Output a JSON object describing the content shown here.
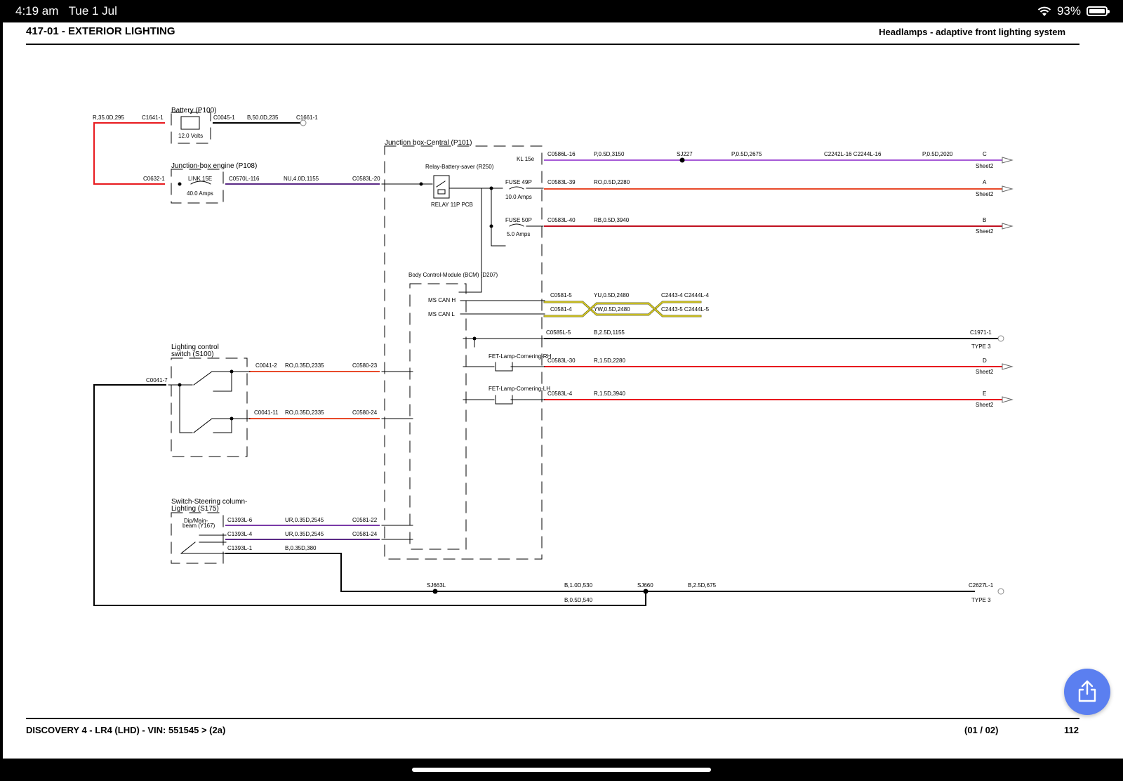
{
  "status_bar": {
    "time": "4:19 am",
    "date": "Tue 1 Jul",
    "battery": "93%",
    "wifi_icon": "wifi-icon",
    "battery_icon": "battery-icon"
  },
  "header": {
    "section": "417-01 - EXTERIOR LIGHTING",
    "title": "Headlamps - adaptive front lighting system"
  },
  "footer": {
    "vehicle": "DISCOVERY 4 - LR4  (LHD) - VIN: 551545 >  (2a)",
    "page_of": "(01 / 02)",
    "page_number": "112"
  },
  "share_button": {
    "icon": "share-icon"
  },
  "colors": {
    "red": "#e8191e",
    "purple": "#a65ad6",
    "dark_purple": "#5b2a86",
    "orange_red": "#e84a2a",
    "dark_red": "#c01020",
    "yellow": "#e6d61a",
    "olive": "#6d6d32",
    "black": "#000000",
    "share_button": "#5b7ff0"
  },
  "diagram": {
    "battery": {
      "title": "Battery (P100)",
      "voltage": "12.0 Volts",
      "wire_in": "R,35.0D,295",
      "conn_in": "C1641-1",
      "conn_out": "C0045-1",
      "wire_out": "B,50.0D,235",
      "ground": "C1661-1"
    },
    "jb_engine": {
      "title": "Junction-box engine (P108)",
      "conn_in": "C0632-1",
      "link": "LINK 15E",
      "rating": "40.0 Amps",
      "conn_out": "C0570L-116",
      "wire": "NU,4.0D,1155",
      "conn_jb": "C0583L-20"
    },
    "jb_central": {
      "title": "Junction box-Central (P101)",
      "relay": "Relay-Battery-saver (R250)",
      "relay_note": "RELAY 11P PCB",
      "kl": "KL 15e",
      "fuse49": "FUSE 49P",
      "fuse49_rating": "10.0 Amps",
      "fuse50": "FUSE 50P",
      "fuse50_rating": "5.0 Amps",
      "bcm": "Body Control-Module (BCM) (D207)",
      "ms_can_h": "MS CAN H",
      "ms_can_l": "MS CAN L",
      "fet_rh": "FET-Lamp-Cornering-RH",
      "fet_lh": "FET-Lamp-Cornering-LH"
    },
    "circuit_c": {
      "conn": "C0586L-16",
      "wire1": "P,0.5D,3150",
      "splice": "SJ227",
      "wire2": "P,0.5D,2675",
      "inline": "C2242L-16 C2244L-16",
      "wire3": "P,0.5D,2020",
      "dest": "C",
      "sheet": "Sheet2"
    },
    "circuit_a": {
      "conn": "C0583L-39",
      "wire": "RO,0.5D,2280",
      "dest": "A",
      "sheet": "Sheet2"
    },
    "circuit_b": {
      "conn": "C0583L-40",
      "wire": "RB,0.5D,3940",
      "dest": "B",
      "sheet": "Sheet2"
    },
    "can_h": {
      "conn": "C0581-5",
      "wire": "YU,0.5D,2480",
      "dest": "C2443-4 C2444L-4"
    },
    "can_l": {
      "conn": "C0581-4",
      "wire": "YW,0.5D,2480",
      "dest": "C2443-5 C2444L-5"
    },
    "ground_1": {
      "conn": "C0585L-5",
      "wire": "B,2.5D,1155",
      "dest": "C1971-1",
      "type": "TYPE 3"
    },
    "circuit_d": {
      "conn": "C0583L-30",
      "wire": "R,1.5D,2280",
      "dest": "D",
      "sheet": "Sheet2"
    },
    "circuit_e": {
      "conn": "C0583L-4",
      "wire": "R,1.5D,3940",
      "dest": "E",
      "sheet": "Sheet2"
    },
    "lcs": {
      "title1": "Lighting control",
      "title2": "switch (S100)",
      "conn_in": "C0041-7",
      "conn1": "C0041-2",
      "wire1": "RO,0.35D,2335",
      "conn1_jb": "C0580-23",
      "conn2": "C0041-11",
      "wire2": "RO,0.35D,2335",
      "conn2_jb": "C0580-24"
    },
    "steering": {
      "title1": "Switch-Steering column-",
      "title2": "Lighting (S175)",
      "dip1": "Dip/Main-",
      "dip2": "beam (Y167)",
      "c6": "C1393L-6",
      "w6": "UR,0.35D,2545",
      "j22": "C0581-22",
      "c4": "C1393L-4",
      "w4": "UR,0.35D,2545",
      "j24": "C0581-24",
      "c1": "C1393L-1",
      "w1": "B,0.35D,380"
    },
    "ground_bus": {
      "splice1": "SJ663L",
      "wire1": "B,1.0D,530",
      "splice2": "SJ660",
      "wire2": "B,2.5D,675",
      "dest": "C2627L-1",
      "type": "TYPE 3",
      "wire_lower": "B,0.5D,540"
    }
  }
}
